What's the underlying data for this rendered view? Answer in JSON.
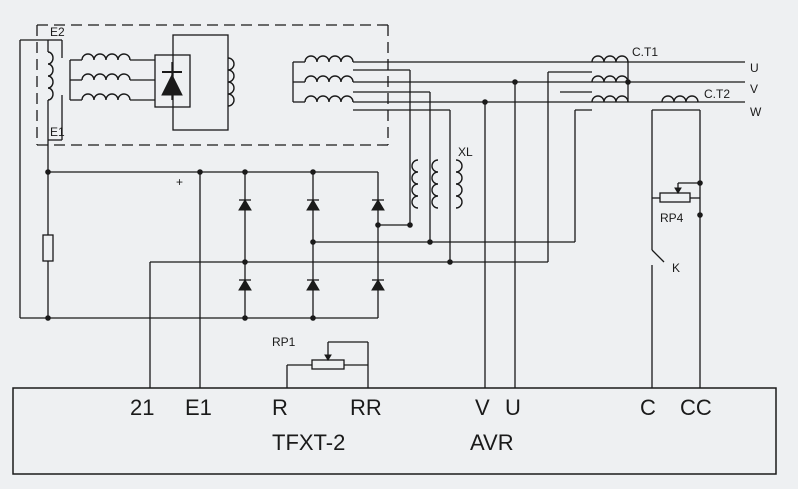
{
  "labels": {
    "e2": "E2",
    "e1_top": "E1",
    "ct1": "C.T1",
    "ct2": "C.T2",
    "phase_u": "U",
    "phase_v": "V",
    "phase_w": "W",
    "xl": "XL",
    "plus": "+",
    "rp4": "RP4",
    "k": "K",
    "rp1": "RP1"
  },
  "avr_box": {
    "terminal_21": "21",
    "terminal_e1": "E1",
    "terminal_r": "R",
    "terminal_rr": "RR",
    "terminal_v": "V",
    "terminal_u": "U",
    "terminal_c": "C",
    "terminal_cc": "CC",
    "model": "TFXT-2",
    "name": "AVR"
  }
}
